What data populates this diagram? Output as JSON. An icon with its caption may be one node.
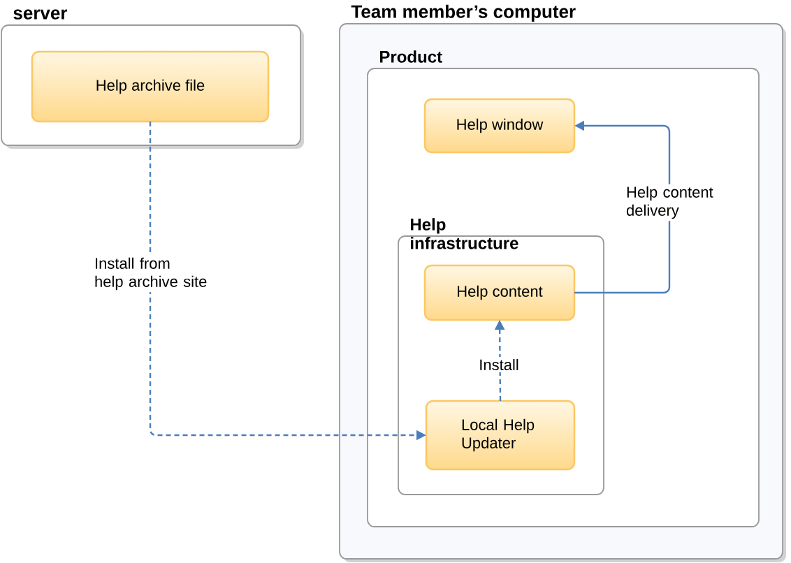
{
  "diagram": {
    "nodes": [
      {
        "text": [
          "server"
        ]
      },
      {
        "text": [
          "Help archive file"
        ],
        "in": 0
      },
      {
        "text": [
          "Team member’s computer"
        ]
      },
      {
        "text": [
          "Product"
        ],
        "in": 2
      },
      {
        "text": [
          "Help window"
        ],
        "in": 3
      },
      {
        "text": [
          "Help infrastructure"
        ],
        "in": 3
      },
      {
        "text": [
          "Help content"
        ],
        "in": 5
      },
      {
        "text": [
          "Local Help Updater"
        ],
        "in": 5
      }
    ],
    "edges": [
      {
        "from": 1,
        "to": 7,
        "arrow": "to",
        "label": "Install from help archive site",
        "style": "dashed"
      },
      {
        "from": 7,
        "to": 6,
        "arrow": "to",
        "label": "Install",
        "style": "dashed"
      },
      {
        "from": 6,
        "to": 4,
        "arrow": "to",
        "label": "Help content delivery"
      }
    ]
  }
}
